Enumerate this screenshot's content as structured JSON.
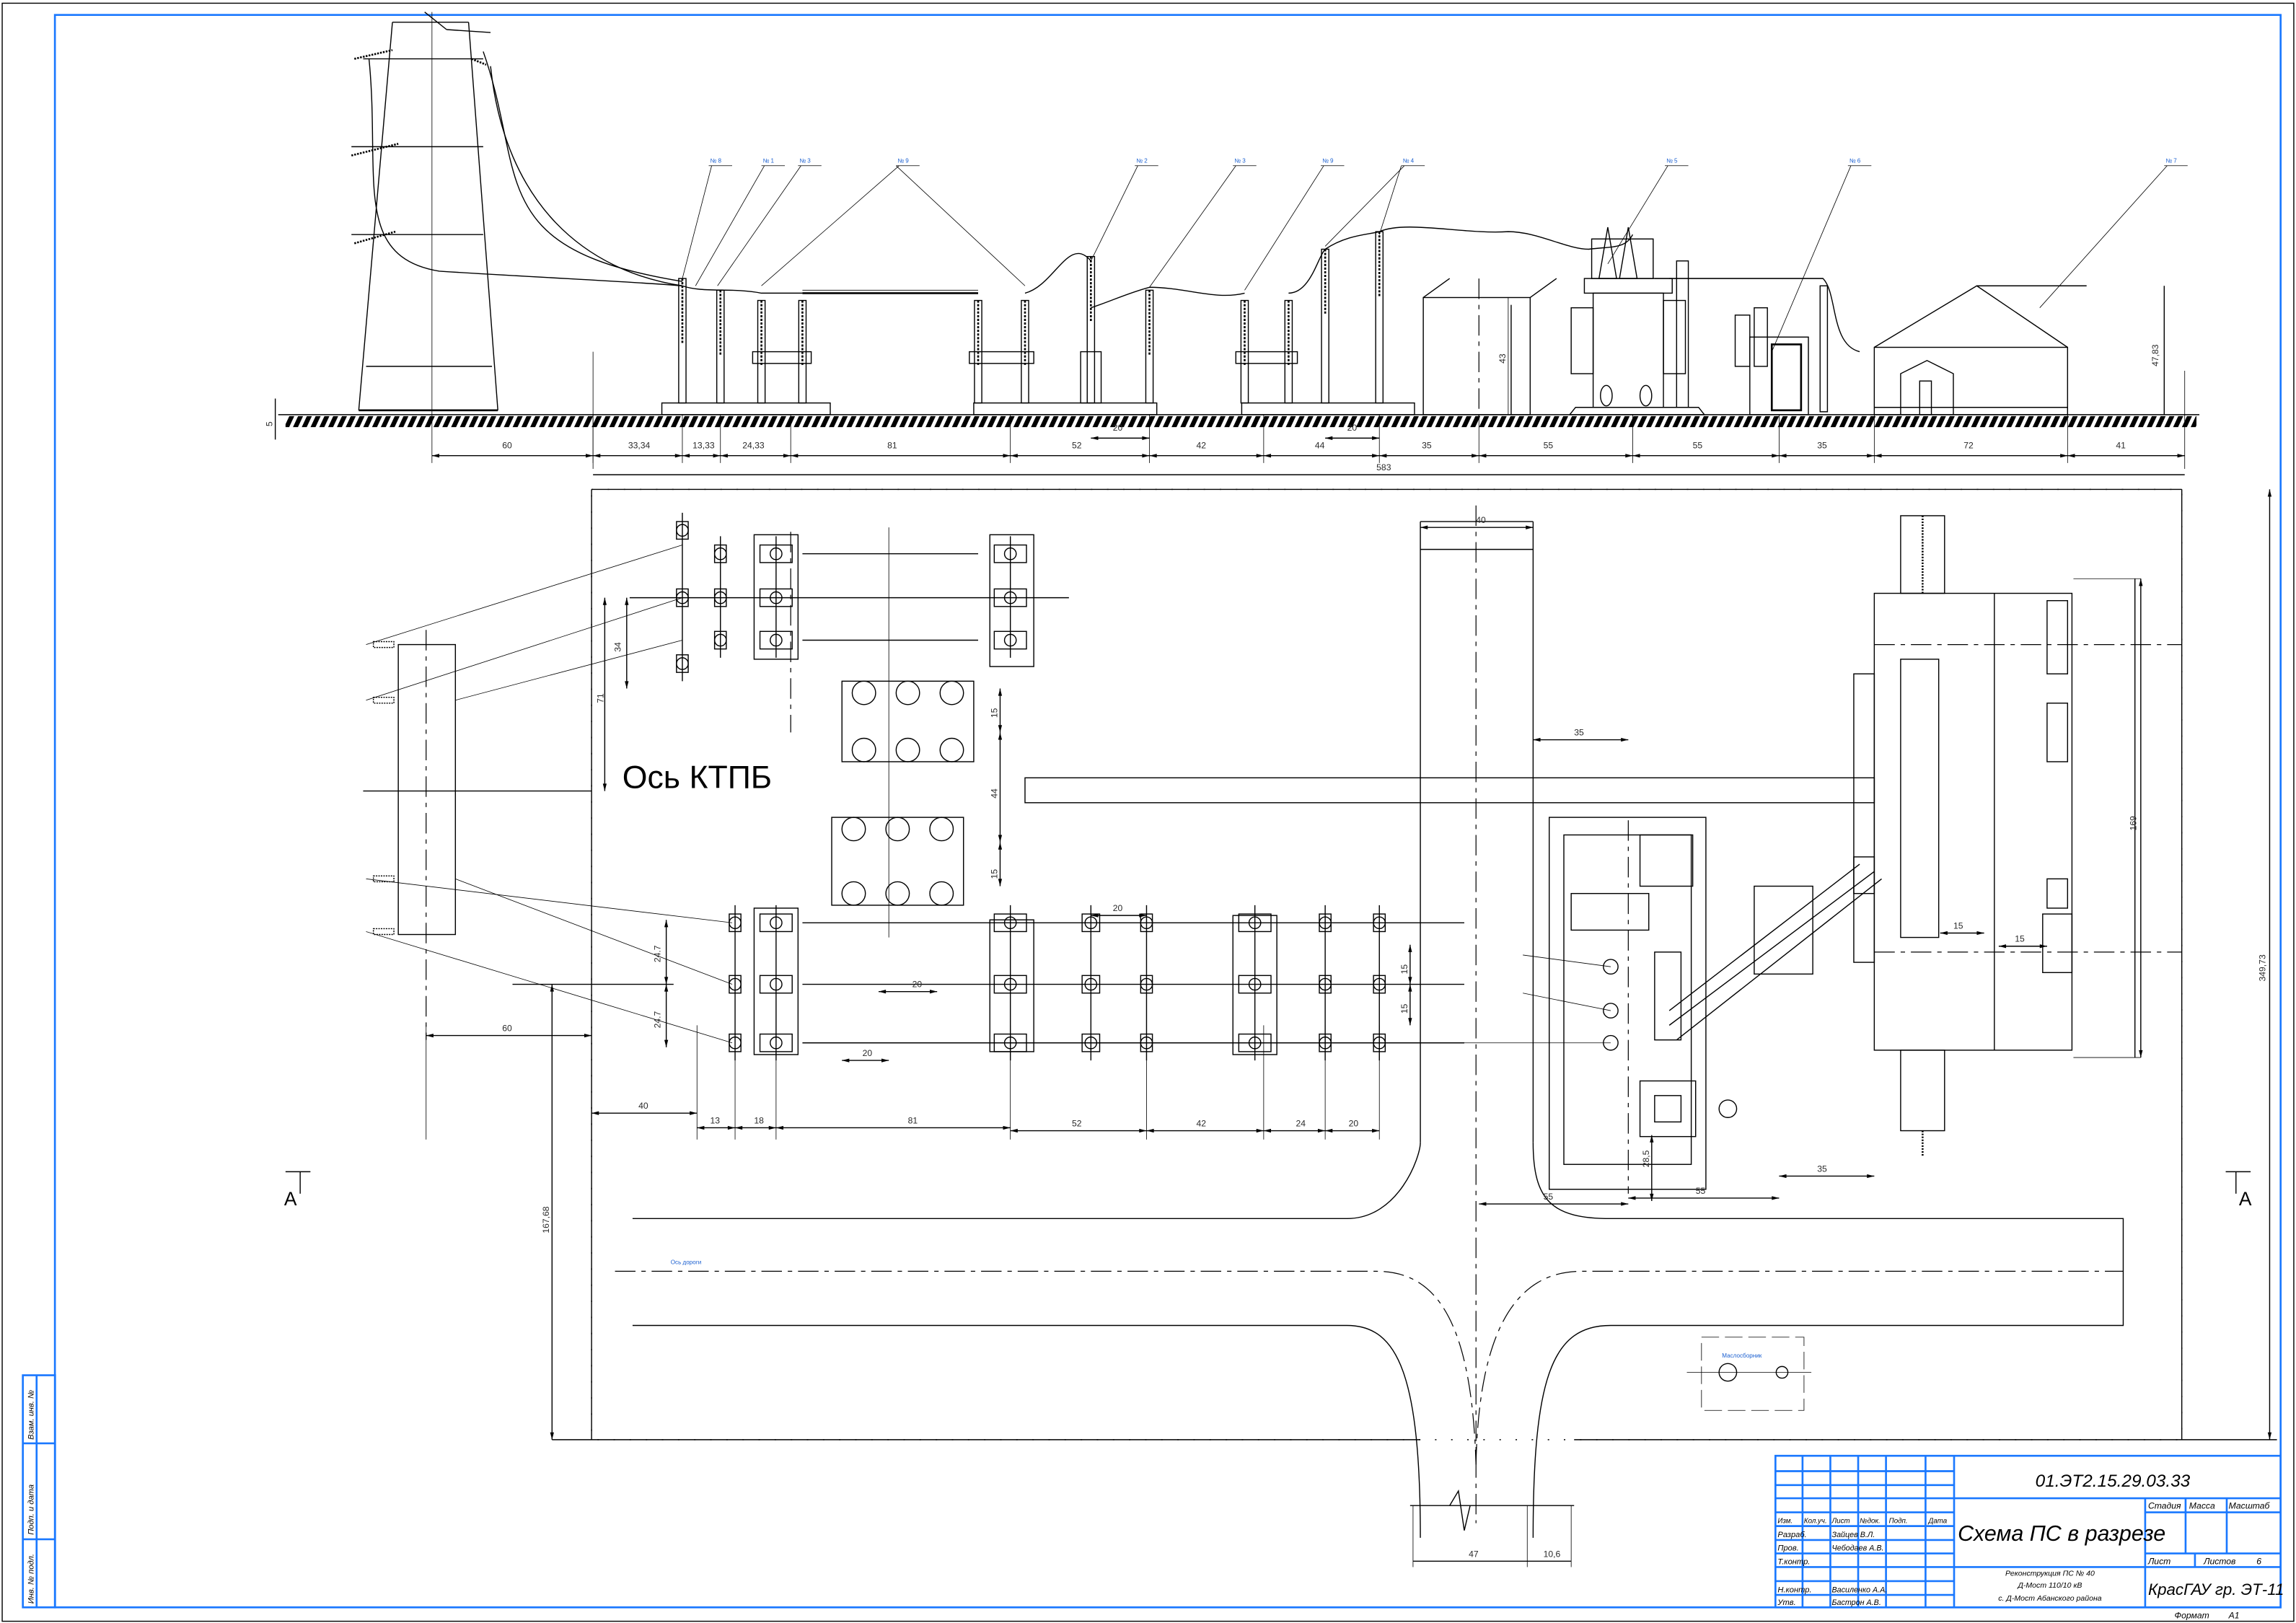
{
  "colors": {
    "frame": "#1a78ff",
    "lines": "#000000"
  },
  "elevation": {
    "callouts": [
      "№ 8",
      "№ 1",
      "№ 3",
      "№ 9",
      "№ 2",
      "№ 3",
      "№ 9",
      "№ 4",
      "№ 5",
      "№ 6",
      "№ 7"
    ],
    "dims": [
      "60",
      "33,34",
      "13,33",
      "24,33",
      "81",
      "52",
      "20",
      "42",
      "44",
      "20",
      "35",
      "55",
      "55",
      "35",
      "72",
      "41"
    ],
    "total": "583",
    "heights": [
      "5",
      "43",
      "47,83"
    ]
  },
  "plan": {
    "axis_label": "Ось КТПБ",
    "road_axis": "Ось дороги",
    "oil_pit": "Маслосборник",
    "section_mark": "А",
    "dims_vertical": [
      "71",
      "34",
      "15",
      "44",
      "15",
      "24.7",
      "24.7",
      "15",
      "15",
      "28,5",
      "169",
      "349,73",
      "167,68"
    ],
    "dims_horizontal": [
      "40",
      "35",
      "15",
      "15",
      "20",
      "20",
      "20",
      "60",
      "40",
      "13",
      "18",
      "81",
      "52",
      "42",
      "24",
      "20",
      "55",
      "55",
      "35",
      "47",
      "10,6"
    ]
  },
  "side_stamp": [
    "Взам. инв. №",
    "Подп. и дата",
    "Инв. № подл."
  ],
  "title_block": {
    "doc_code": "01.ЭТ2.15.29.03.33",
    "headers": [
      "Изм.",
      "Кол.уч.",
      "Лист",
      "№док.",
      "Подп.",
      "Дата"
    ],
    "roles": [
      "Разраб.",
      "Пров.",
      "Т.контр.",
      "",
      "Н.контр.",
      "Утв."
    ],
    "names": [
      "Зайцев В.Л.",
      "Чебодаев А.В.",
      "",
      "",
      "Василенко А.А.",
      "Бастрон А.В."
    ],
    "title": "Схема ПС в разрезе",
    "stage_label": "Стадия",
    "mass_label": "Масса",
    "scale_label": "Масштаб",
    "sheet_label": "Лист",
    "sheets_label": "Листов",
    "sheets_value": "6",
    "project": [
      "Реконструкция ПС № 40",
      "Д-Мост 110/10 кВ",
      "с. Д-Мост Абанского района"
    ],
    "org": "КрасГАУ гр. ЭТ-11",
    "format_label": "Формат",
    "format_value": "А1"
  }
}
